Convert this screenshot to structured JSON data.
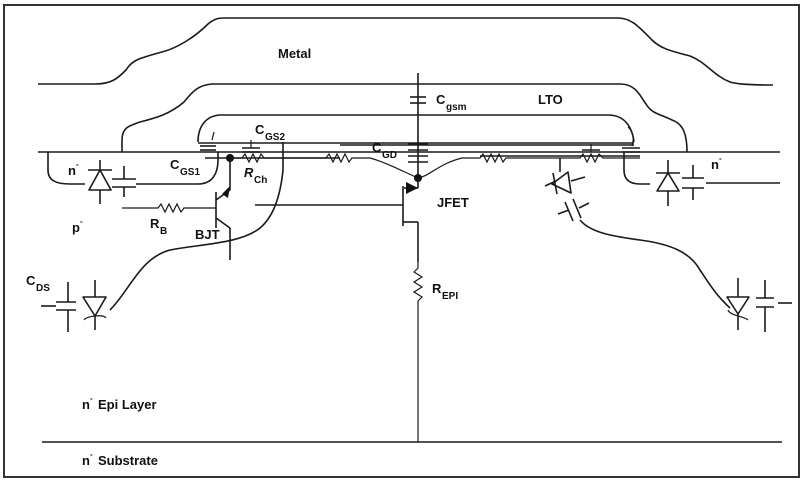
{
  "diagram": {
    "title": "Power MOSFET cross-section with parasitic elements",
    "layers": {
      "metal": "Metal",
      "lto": "LTO",
      "epi": "Epi Layer",
      "substrate": "Substrate",
      "p_region": "p",
      "n_left": "n",
      "n_right": "n",
      "doping_minus": "-"
    },
    "components": {
      "cgsm": {
        "base": "C",
        "sub": "gsm"
      },
      "cgs1": {
        "base": "C",
        "sub": "GS1"
      },
      "cgs2": {
        "base": "C",
        "sub": "GS2"
      },
      "cgd": {
        "base": "C",
        "sub": "GD"
      },
      "rch": {
        "base": "R",
        "sub": "Ch"
      },
      "rb": {
        "base": "R",
        "sub": "B"
      },
      "repi": {
        "base": "R",
        "sub": "EPI"
      },
      "cds": {
        "base": "C",
        "sub": "DS"
      },
      "bjt": "BJT",
      "jfet": "JFET"
    }
  }
}
